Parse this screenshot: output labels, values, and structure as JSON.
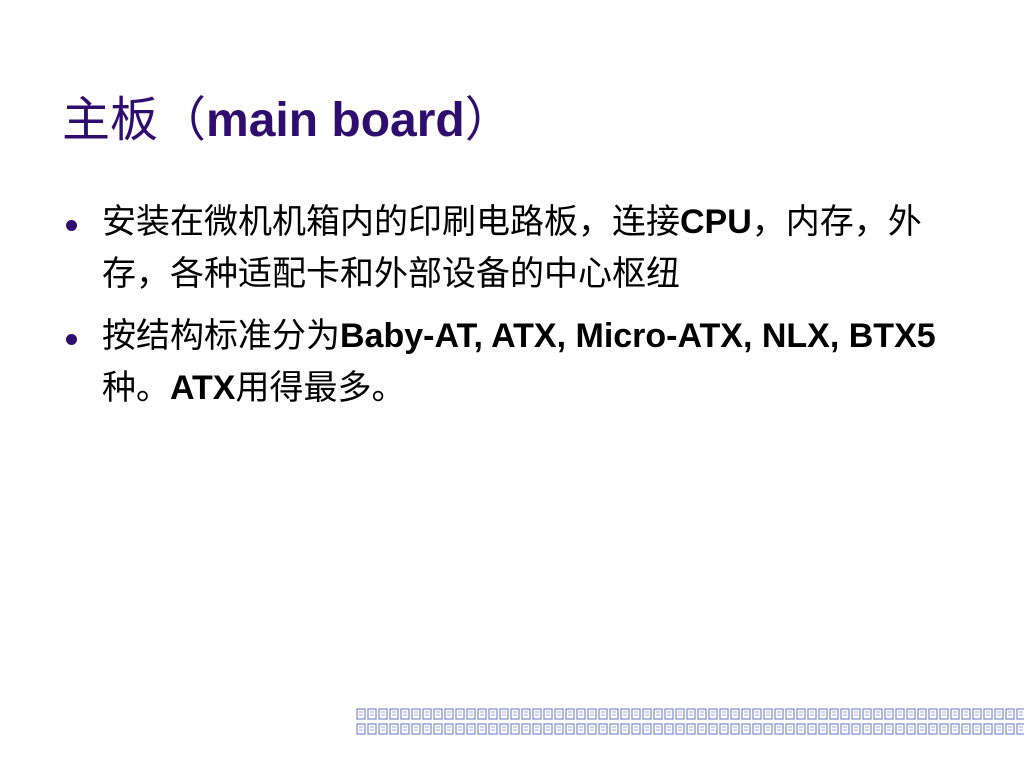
{
  "slide": {
    "title": {
      "cjk_prefix": "主板（",
      "latin": "main board",
      "cjk_suffix": "）"
    },
    "bullets": [
      {
        "parts": [
          {
            "text": "安装在微机机箱内的印刷电路板，连接",
            "latin": false
          },
          {
            "text": "CPU",
            "latin": true
          },
          {
            "text": "，内存，外存，各种适配卡和外部设备的中心枢纽",
            "latin": false
          }
        ]
      },
      {
        "parts": [
          {
            "text": "按结构标准分为",
            "latin": false
          },
          {
            "text": "Baby-AT, ATX, Micro-ATX, NLX, BTX5",
            "latin": true
          },
          {
            "text": "种。",
            "latin": false
          },
          {
            "text": "ATX",
            "latin": true
          },
          {
            "text": "用得最多。",
            "latin": false
          }
        ]
      }
    ]
  },
  "colors": {
    "title": "#2e0d6e",
    "bullet_dot": "#2e0d6e",
    "body_text": "#000000",
    "decor": "#7b8bd0"
  }
}
